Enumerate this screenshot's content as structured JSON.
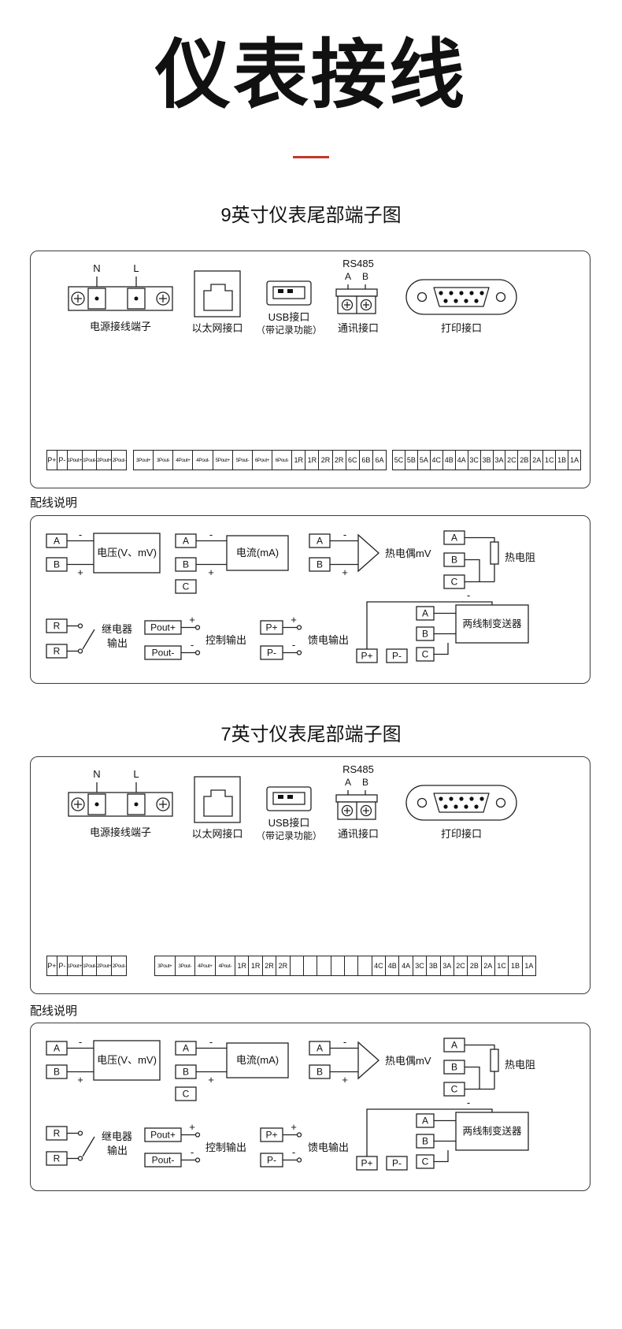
{
  "page": {
    "title": "仪表接线",
    "accent_color": "#c0392b",
    "section9_title": "9英寸仪表尾部端子图",
    "section7_title": "7英寸仪表尾部端子图",
    "wiring_section_label": "配线说明"
  },
  "connectors": {
    "power": {
      "n": "N",
      "l": "L",
      "caption": "电源接线端子"
    },
    "ethernet": {
      "caption": "以太网接口"
    },
    "usb": {
      "caption_line1": "USB接口",
      "caption_line2": "（带记录功能）"
    },
    "rs485": {
      "title": "RS485",
      "pin_a": "A",
      "pin_b": "B",
      "caption": "通讯接口"
    },
    "printer": {
      "caption": "打印接口"
    }
  },
  "terminals9": {
    "seg1": [
      "P+",
      "P-",
      "1Pout+",
      "1Pout-",
      "2Pout+",
      "2Pout-"
    ],
    "seg2": [
      "3Pout+",
      "3Pout-",
      "4Pout+",
      "4Pout-",
      "5Pout+",
      "5Pout-",
      "6Pout+",
      "6Pout-",
      "1R",
      "1R",
      "2R",
      "2R",
      "6C",
      "6B",
      "6A"
    ],
    "seg3": [
      "5C",
      "5B",
      "5A",
      "4C",
      "4B",
      "4A",
      "3C",
      "3B",
      "3A",
      "2C",
      "2B",
      "2A",
      "1C",
      "1B",
      "1A"
    ]
  },
  "terminals7": {
    "seg1": [
      "P+",
      "P-",
      "1Pout+",
      "1Pout-",
      "2Pout+",
      "2Pout-"
    ],
    "seg2": [
      "3Pout+",
      "3Pout-",
      "4Pout+",
      "4Pout-",
      "1R",
      "1R",
      "2R",
      "2R",
      "",
      "",
      "",
      "",
      "",
      "",
      "4C",
      "4B",
      "4A",
      "3C",
      "3B",
      "3A",
      "2C",
      "2B",
      "2A",
      "1C",
      "1B",
      "1A"
    ]
  },
  "wiring": {
    "voltage": {
      "a": "A",
      "b": "B",
      "minus": "-",
      "plus": "+",
      "label": "电压(V、mV)"
    },
    "current": {
      "a": "A",
      "b": "B",
      "c": "C",
      "minus": "-",
      "plus": "+",
      "label": "电流(mA)"
    },
    "thermocouple": {
      "a": "A",
      "b": "B",
      "minus": "-",
      "plus": "+",
      "label": "热电偶mV"
    },
    "rtd": {
      "a": "A",
      "b": "B",
      "c": "C",
      "label": "热电阻"
    },
    "relay": {
      "r1": "R",
      "r2": "R",
      "label_line1": "继电器",
      "label_line2": "输出"
    },
    "control": {
      "out_plus": "Pout+",
      "out_minus": "Pout-",
      "plus": "+",
      "minus": "-",
      "label": "控制输出"
    },
    "feed": {
      "p_plus": "P+",
      "p_minus": "P-",
      "plus": "+",
      "minus": "-",
      "label": "馈电输出"
    },
    "transmitter": {
      "p_plus": "P+",
      "p_minus": "P-",
      "a": "A",
      "b": "B",
      "c": "C",
      "minus": "-",
      "label": "两线制变送器"
    }
  }
}
